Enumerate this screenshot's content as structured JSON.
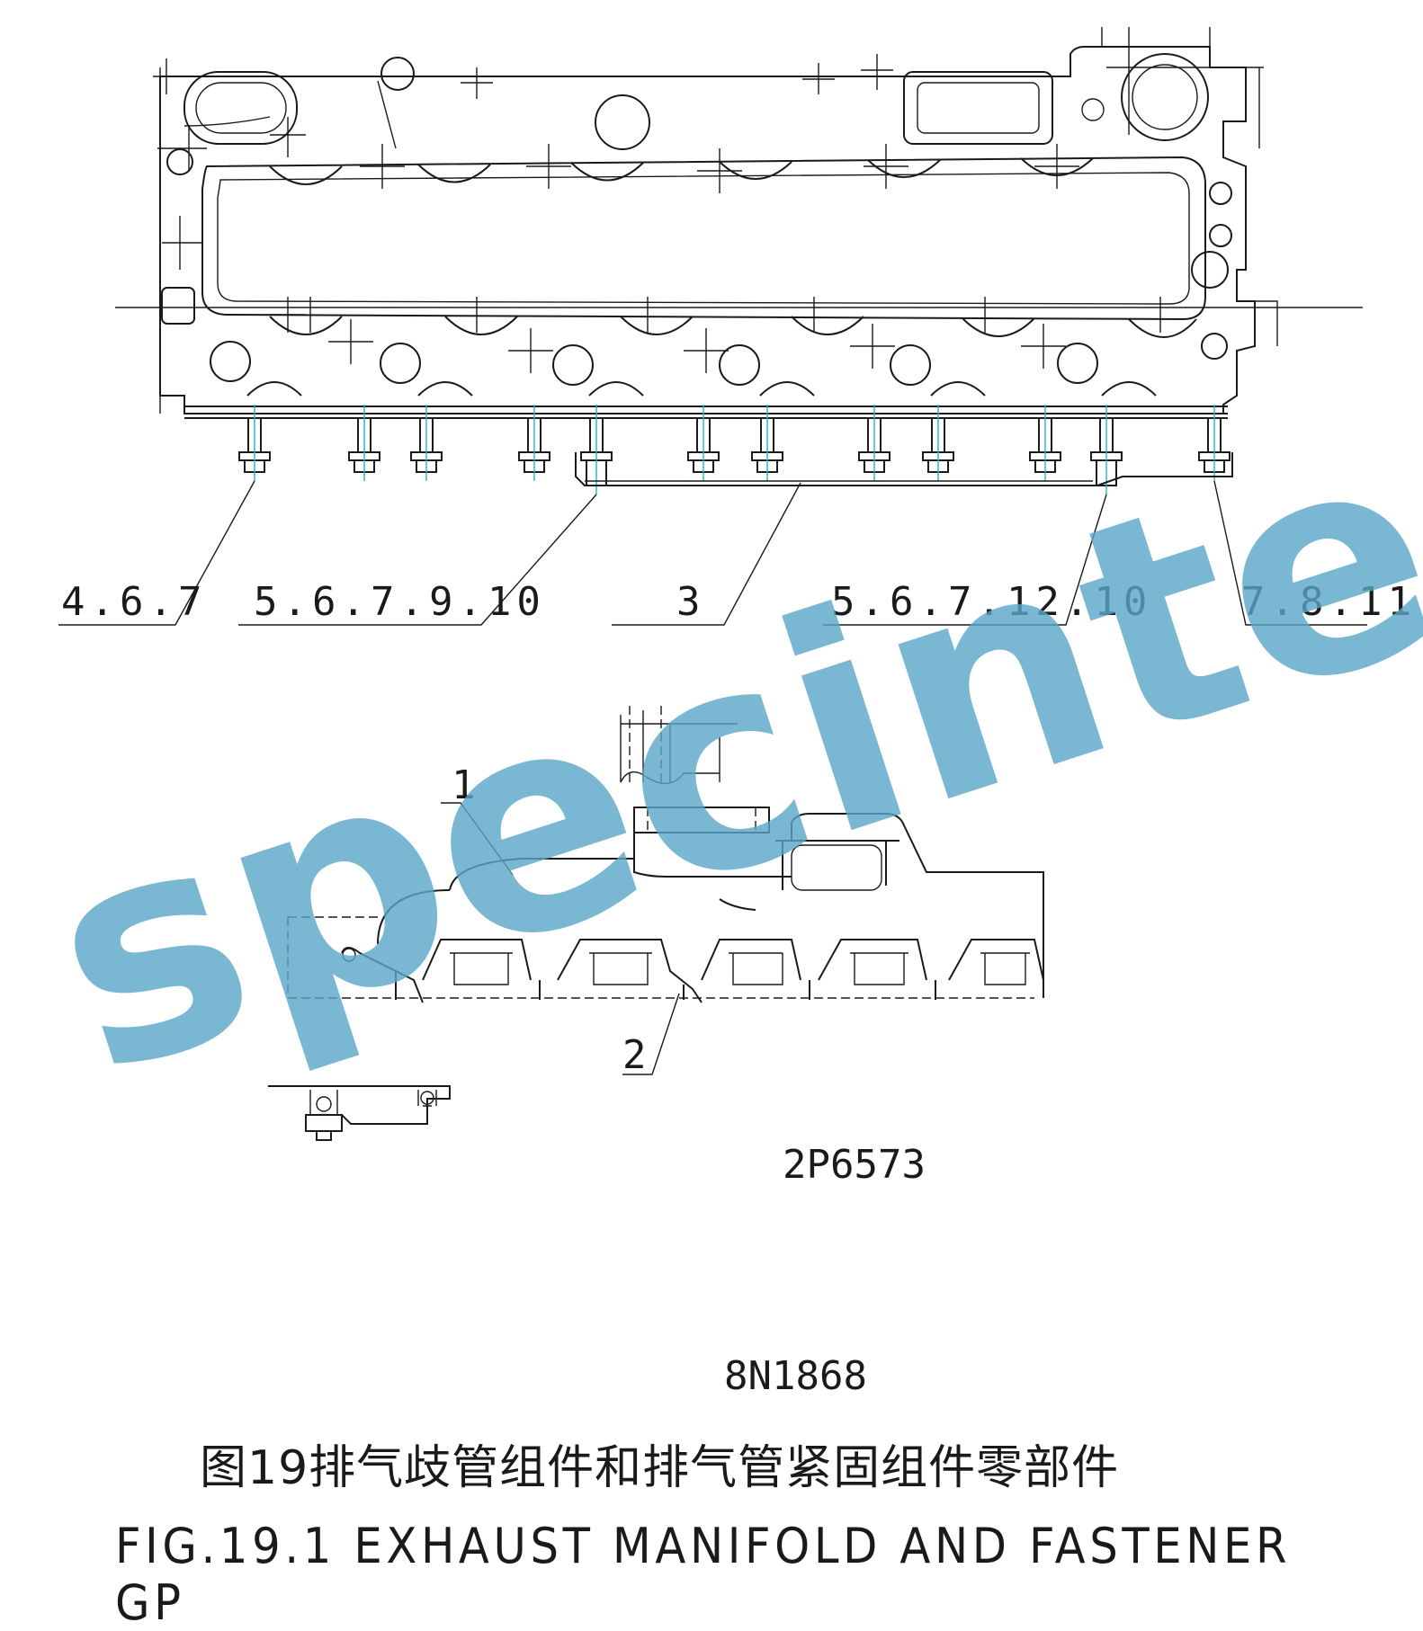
{
  "callouts": {
    "c1": "4.6.7",
    "c2": "5.6.7.9.10",
    "c3": "3",
    "c4": "5.6.7.12.10",
    "c5": "7.8.11",
    "p1": "1",
    "p2": "2"
  },
  "part_numbers": {
    "sub": "2P6573",
    "main": "8N1868"
  },
  "titles": {
    "chinese": "图19排气歧管组件和排气管紧固组件零部件",
    "english": "FIG.19.1  EXHAUST MANIFOLD AND FASTENER GP"
  },
  "watermark": "specinter.ru",
  "colors": {
    "line": "#1a1a1a",
    "centerline": "#1fb5c9",
    "watermark": "#5aa6c7"
  }
}
